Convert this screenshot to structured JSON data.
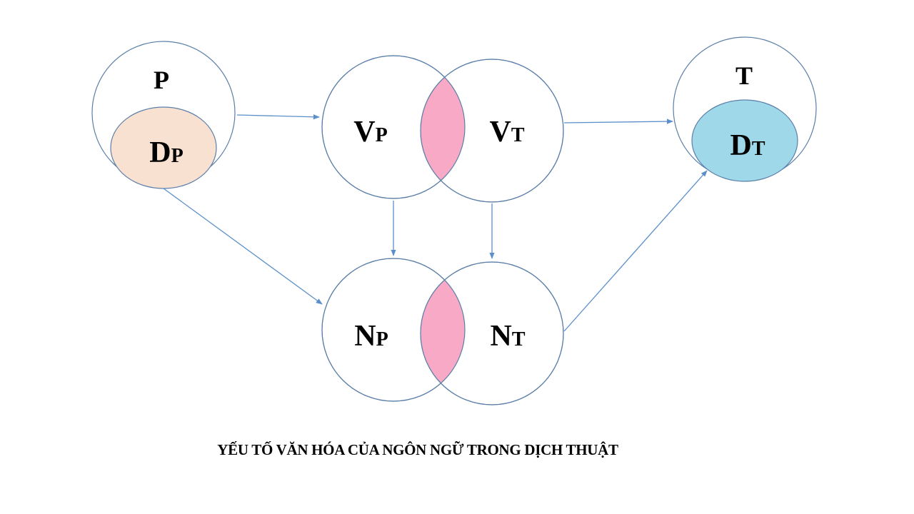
{
  "diagram": {
    "colors": {
      "outline": "#5b7fa8",
      "arrow": "#5b8fc9",
      "dp_fill": "#f9e1d1",
      "dt_fill": "#9fd8e9",
      "intersection_fill": "#f8a9c5",
      "text": "#000000"
    },
    "nodes": {
      "p": {
        "label": "P"
      },
      "dp": {
        "main": "D",
        "sub": "P"
      },
      "vp": {
        "main": "V",
        "sub": "P"
      },
      "vt": {
        "main": "V",
        "sub": "T"
      },
      "t": {
        "label": "T"
      },
      "dt": {
        "main": "D",
        "sub": "T"
      },
      "np": {
        "main": "N",
        "sub": "P"
      },
      "nt": {
        "main": "N",
        "sub": "T"
      }
    },
    "edges": [
      {
        "from": "P",
        "to": "VP"
      },
      {
        "from": "VT",
        "to": "T"
      },
      {
        "from": "DP",
        "to": "NP"
      },
      {
        "from": "NT",
        "to": "DT"
      },
      {
        "from": "VP",
        "to": "NP"
      },
      {
        "from": "VT",
        "to": "NT"
      }
    ],
    "caption": "YẾU TỐ VĂN HÓA CỦA NGÔN NGỮ TRONG DỊCH THUẬT"
  }
}
